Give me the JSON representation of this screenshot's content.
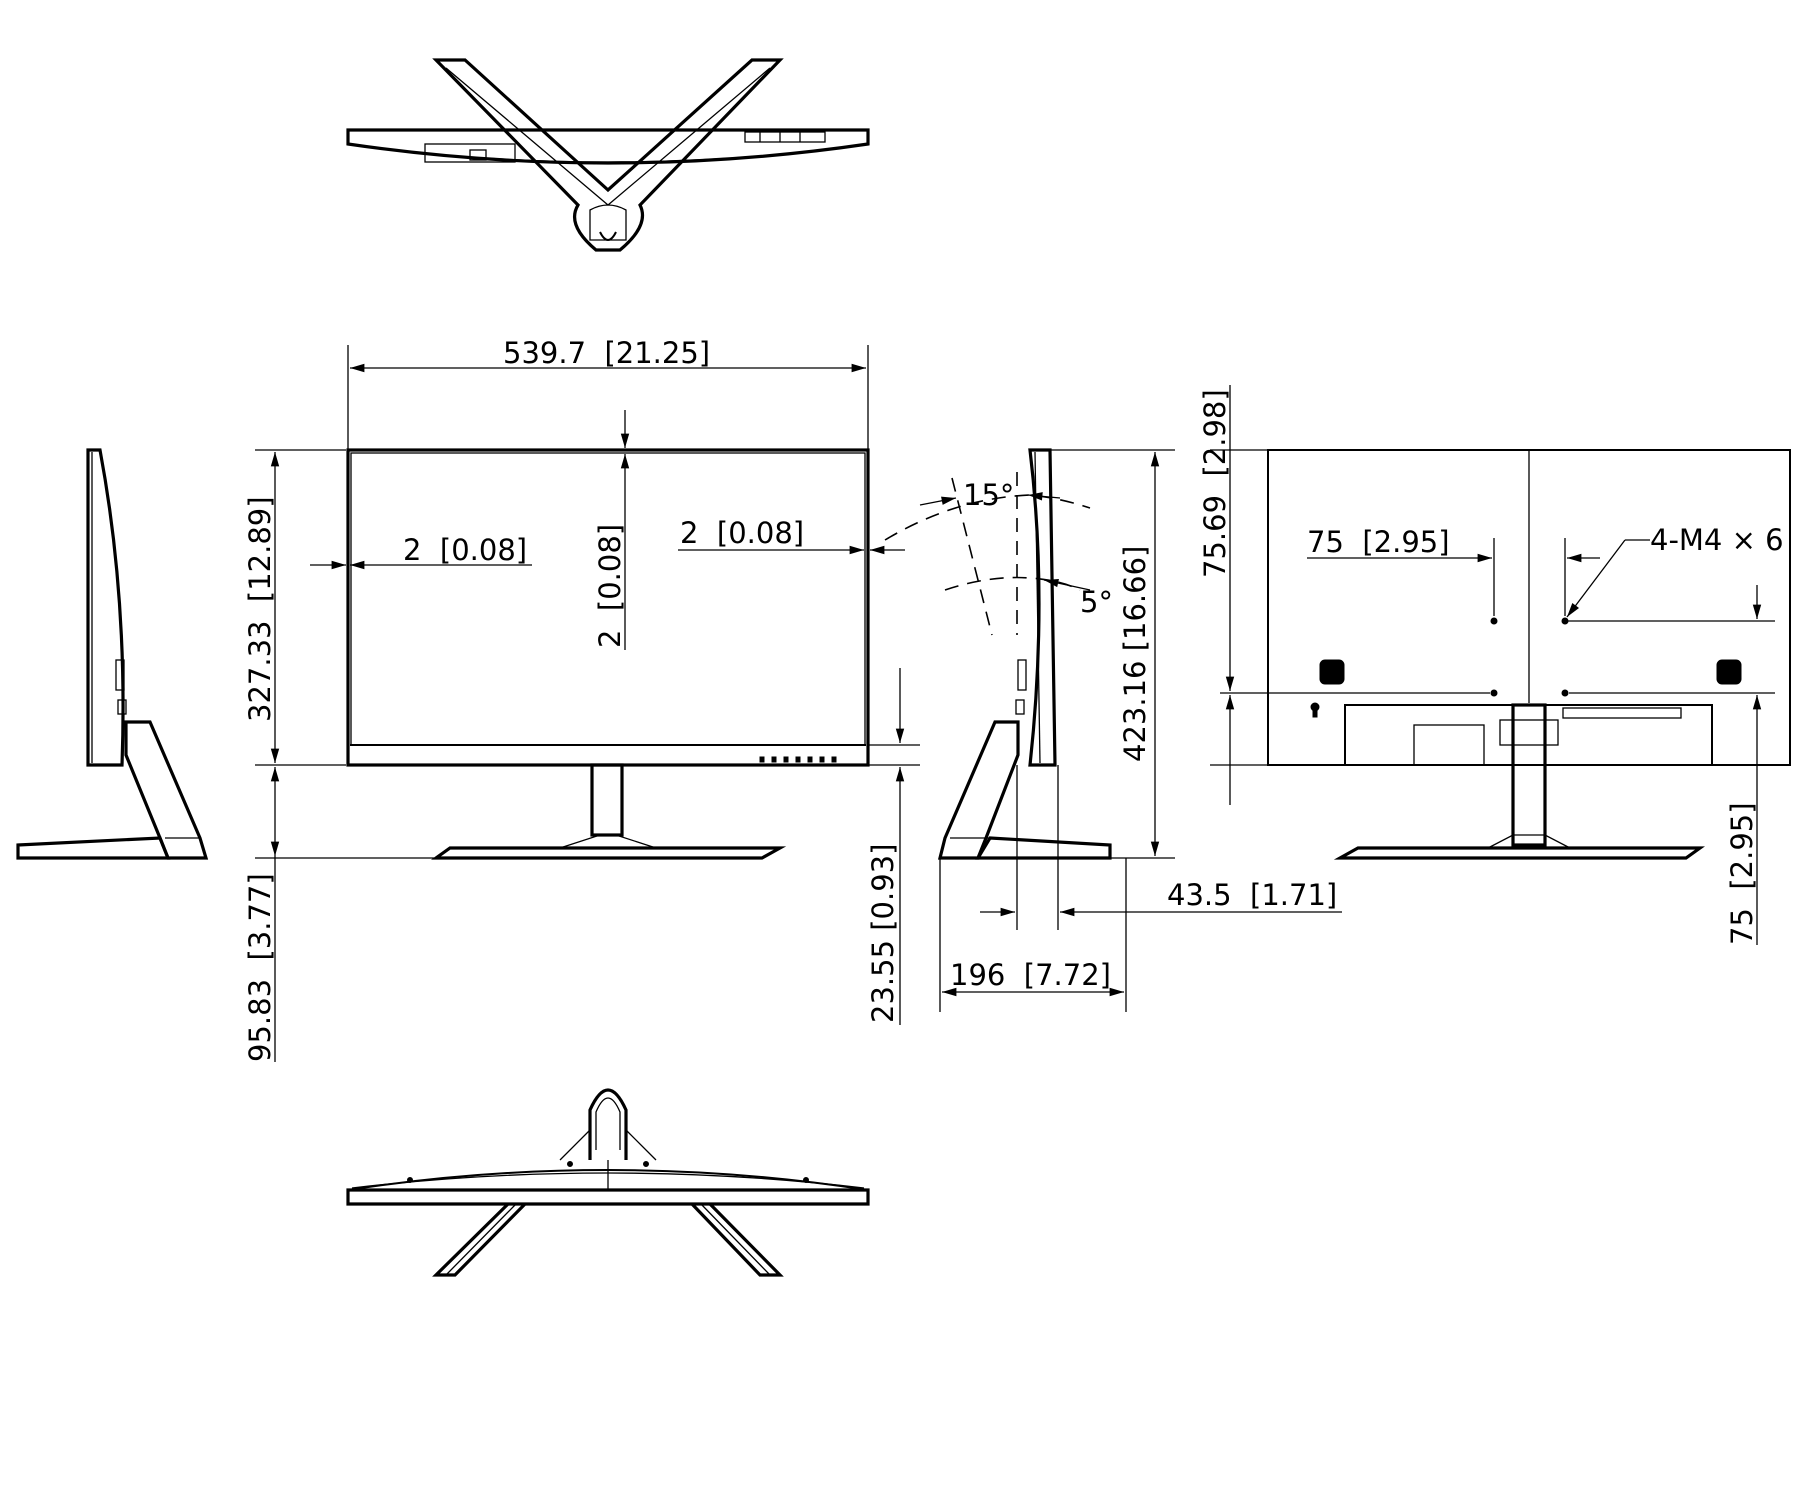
{
  "labels": {
    "width": "539.7  [21.25]",
    "bezel_left": "2  [0.08]",
    "bezel_right": "2  [0.08]",
    "bezel_top": "2  [0.08]",
    "screen_height": "327.33  [12.89]",
    "stand_height": "95.83  [3.77]",
    "bottom_bezel": "23.55 [0.93]",
    "total_height": "423.16 [16.66]",
    "tilt_back": "15°",
    "tilt_front": "5°",
    "thickness": "43.5  [1.71]",
    "depth": "196  [7.72]",
    "vesa_top": "75.69  [2.98]",
    "vesa_h": "75  [2.95]",
    "vesa_v": "75  [2.95]",
    "screw": "4-M4 × 6"
  }
}
